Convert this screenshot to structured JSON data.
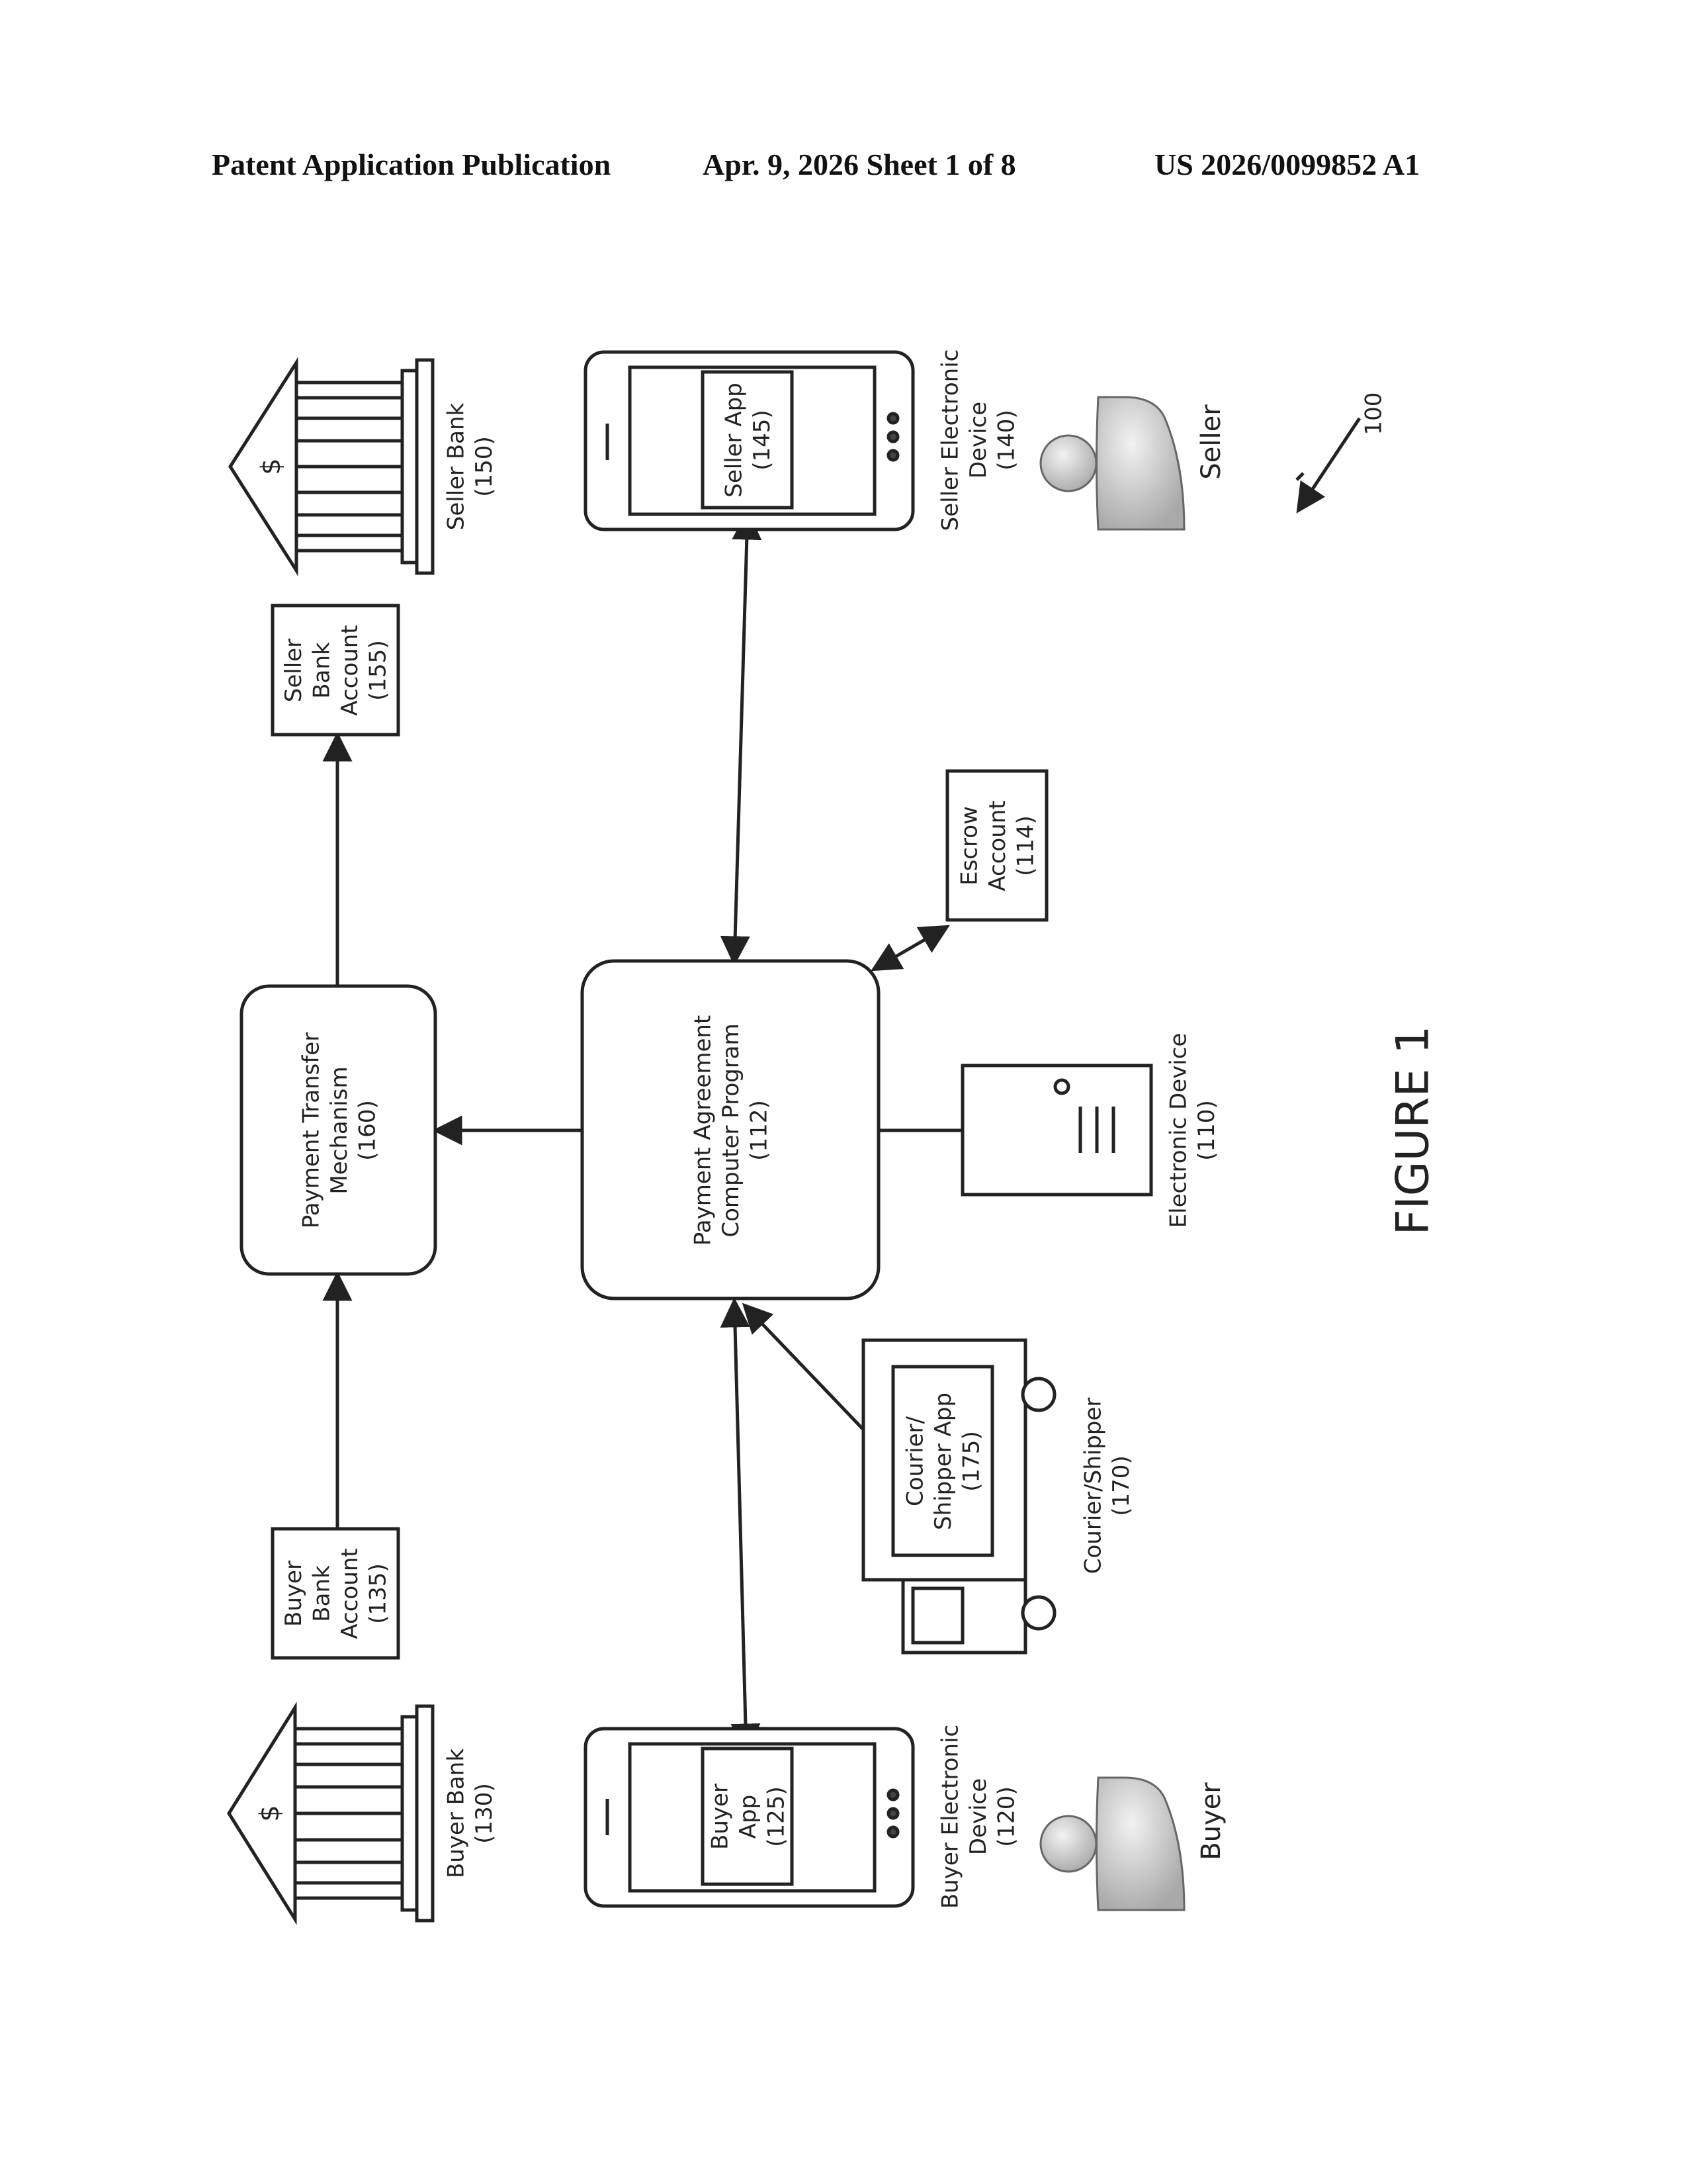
{
  "header": {
    "publication": "Patent Application Publication",
    "date_sheet": "Apr. 9, 2026   Sheet 1 of 8",
    "number": "US 2026/0099852 A1"
  },
  "figure": {
    "title": "FIGURE 1",
    "ref": "100"
  },
  "nodes": {
    "seller_bank": [
      "Seller Bank",
      "(150)"
    ],
    "seller_bank_account": [
      "Seller",
      "Bank",
      "Account",
      "(155)"
    ],
    "seller_app": [
      "Seller App",
      "(145)"
    ],
    "seller_device": [
      "Seller Electronic",
      "Device",
      "(140)"
    ],
    "seller": [
      "Seller"
    ],
    "escrow_account": [
      "Escrow",
      "Account",
      "(114)"
    ],
    "payment_transfer": [
      "Payment Transfer",
      "Mechanism",
      "(160)"
    ],
    "payment_agreement": [
      "Payment Agreement",
      "Computer Program",
      "(112)"
    ],
    "electronic_device": [
      "Electronic Device",
      "(110)"
    ],
    "courier_app": [
      "Courier/",
      "Shipper App",
      "(175)"
    ],
    "courier": [
      "Courier/Shipper",
      "(170)"
    ],
    "buyer_bank_account": [
      "Buyer",
      "Bank",
      "Account",
      "(135)"
    ],
    "buyer_bank": [
      "Buyer Bank",
      "(130)"
    ],
    "buyer_app": [
      "Buyer",
      "App",
      "(125)"
    ],
    "buyer_device": [
      "Buyer Electronic",
      "Device",
      "(120)"
    ],
    "buyer": [
      "Buyer"
    ],
    "dollar": "$"
  }
}
